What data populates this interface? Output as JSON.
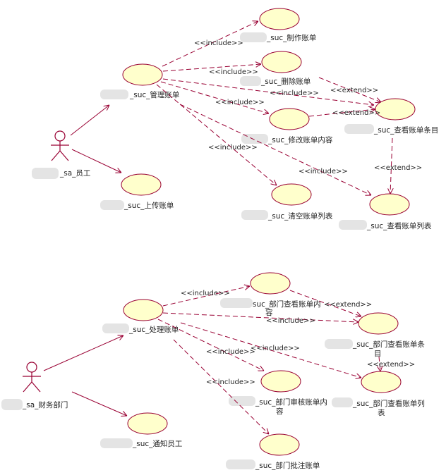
{
  "stereotypes": {
    "include": "<<include>>",
    "extend": "<<extend>>"
  },
  "diagram1": {
    "actor": "_sa_员工",
    "use_cases": {
      "manage": "_suc_管理账单",
      "make": "_suc_制作账单",
      "delete": "_suc_删除账单",
      "modify": "_suc_修改账单内容",
      "clear": "_suc_清空账单列表",
      "view_item": "_suc_查看账单条目",
      "view_list": "_suc_查看账单列表",
      "upload": "_suc_上传账单"
    }
  },
  "diagram2": {
    "actor": "_sa_财务部门",
    "use_cases": {
      "process": "_suc_处理账单",
      "dept_view_content_1": "suc_部门查看账单内",
      "dept_view_content_2": "容",
      "dept_view_item_1": "_suc_部门查看账单条",
      "dept_view_item_2": "目",
      "dept_review_1": "_suc_部门审核账单内",
      "dept_review_2": "容",
      "dept_view_list_1": "_suc_部门查看账单列",
      "dept_view_list_2": "表",
      "notify": "_suc_通知员工",
      "annotate": "_suc_部门批注账单"
    }
  }
}
